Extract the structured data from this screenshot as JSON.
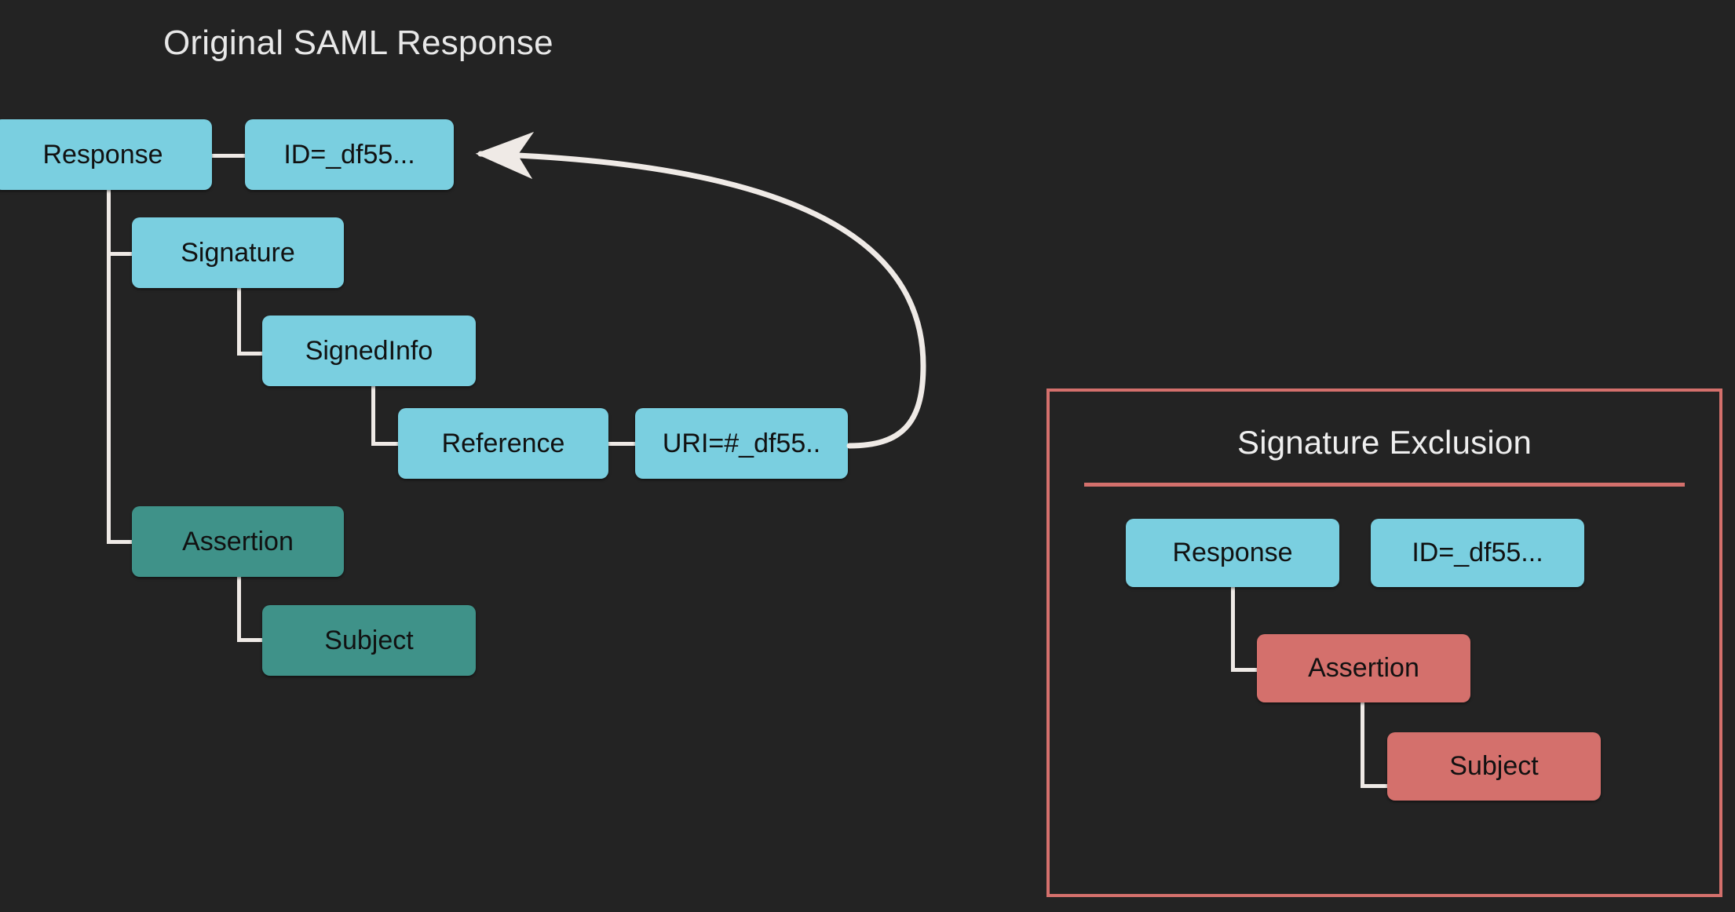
{
  "background_color": "#232323",
  "palette": {
    "blue": "#7ACFE0",
    "teal": "#3F9289",
    "red": "#D4706C",
    "connector": "#EFEAE6",
    "title_text": "#E8E8E8",
    "node_text": "#111111"
  },
  "left_diagram": {
    "title": "Original SAML Response",
    "nodes": [
      {
        "id": "response",
        "label": "Response",
        "color": "blue"
      },
      {
        "id": "id_attr",
        "label": "ID=_df55...",
        "color": "blue"
      },
      {
        "id": "signature",
        "label": "Signature",
        "color": "blue"
      },
      {
        "id": "signedinfo",
        "label": "SignedInfo",
        "color": "blue"
      },
      {
        "id": "reference",
        "label": "Reference",
        "color": "blue"
      },
      {
        "id": "uri_attr",
        "label": "URI=#_df55..",
        "color": "blue"
      },
      {
        "id": "assertion",
        "label": "Assertion",
        "color": "teal"
      },
      {
        "id": "subject",
        "label": "Subject",
        "color": "teal"
      }
    ],
    "edges": [
      {
        "from": "response",
        "to": "id_attr"
      },
      {
        "from": "response",
        "to": "signature"
      },
      {
        "from": "signature",
        "to": "signedinfo"
      },
      {
        "from": "signedinfo",
        "to": "reference"
      },
      {
        "from": "reference",
        "to": "uri_attr"
      },
      {
        "from": "response",
        "to": "assertion"
      },
      {
        "from": "assertion",
        "to": "subject"
      }
    ],
    "reference_arrow": {
      "from": "uri_attr",
      "to": "id_attr",
      "style": "curved",
      "direction": "points-to-target"
    }
  },
  "right_panel": {
    "title": "Signature Exclusion",
    "border_color": "#D4706C",
    "nodes": [
      {
        "id": "response2",
        "label": "Response",
        "color": "blue"
      },
      {
        "id": "id_attr2",
        "label": "ID=_df55...",
        "color": "blue"
      },
      {
        "id": "assertion2",
        "label": "Assertion",
        "color": "red"
      },
      {
        "id": "subject2",
        "label": "Subject",
        "color": "red"
      }
    ],
    "edges": [
      {
        "from": "response2",
        "to": "id_attr2"
      },
      {
        "from": "response2",
        "to": "assertion2"
      },
      {
        "from": "assertion2",
        "to": "subject2"
      }
    ]
  }
}
